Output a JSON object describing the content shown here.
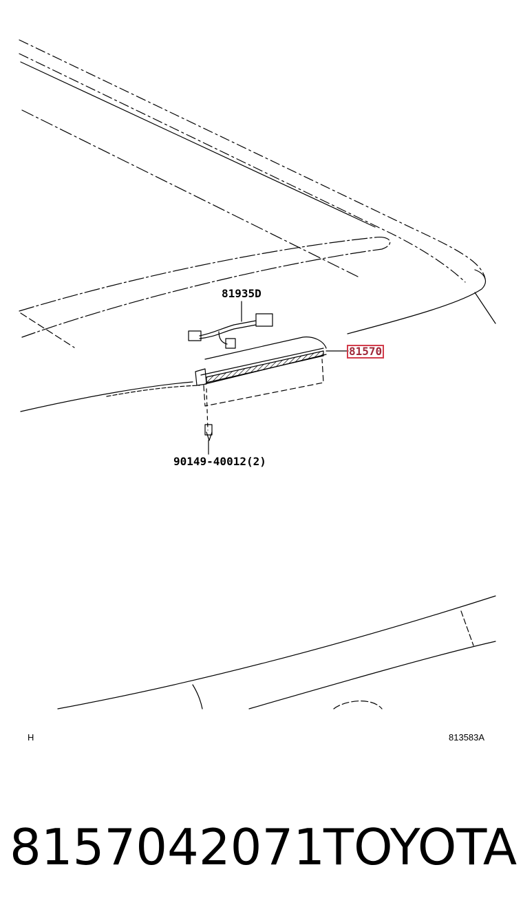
{
  "diagram": {
    "callouts": {
      "harness": "81935D",
      "lamp": "81570",
      "screw": "90149-40012(2)"
    },
    "corner_mark": "H",
    "illustration_code": "813583A"
  },
  "caption": {
    "part_number": "8157042071",
    "brand": "TOYOTA"
  },
  "colors": {
    "line": "#000000",
    "highlight_border": "#d23b4a",
    "highlight_text": "#a0293a"
  }
}
